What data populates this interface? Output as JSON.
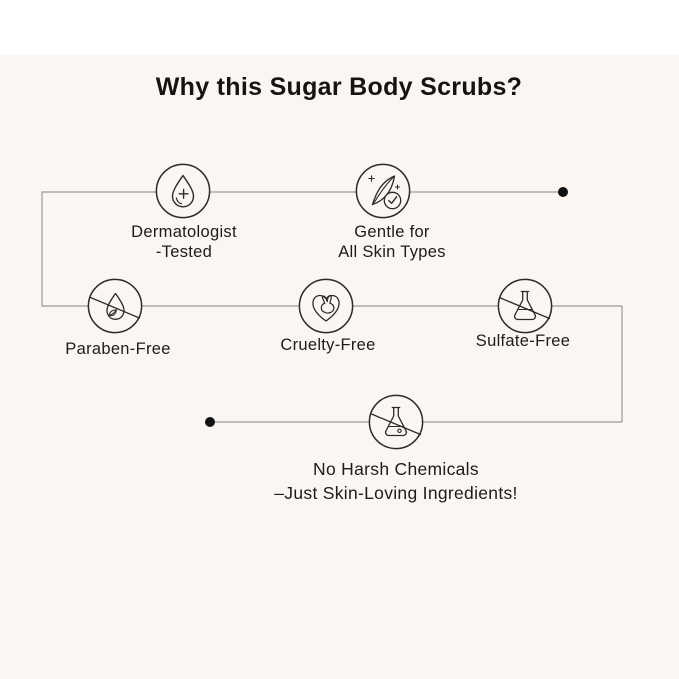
{
  "page": {
    "title": "Why this Sugar Body Scrubs?",
    "background_color": "#FBF6F1",
    "top_band_color": "#FFFFFF",
    "connector_line_color": "#9B9B9B",
    "icon_stroke_color": "#2B2B2B",
    "text_color": "#1C1C1C",
    "endpoint_dot_color": "#111111"
  },
  "features": [
    {
      "id": "dermatologist-tested",
      "icon": "droplet-plus-icon",
      "label_lines": [
        "Dermatologist",
        "-Tested"
      ]
    },
    {
      "id": "gentle-all-skin-types",
      "icon": "feather-check-icon",
      "label_lines": [
        "Gentle for",
        "All Skin Types"
      ]
    },
    {
      "id": "paraben-free",
      "icon": "crossed-droplet-leaf-icon",
      "label_lines": [
        "Paraben-Free"
      ]
    },
    {
      "id": "cruelty-free",
      "icon": "rabbit-in-heart-icon",
      "label_lines": [
        "Cruelty-Free"
      ]
    },
    {
      "id": "sulfate-free",
      "icon": "crossed-flask-icon",
      "label_lines": [
        "Sulfate-Free"
      ]
    },
    {
      "id": "no-harsh-chemicals",
      "icon": "crossed-chemical-flask-icon",
      "label_lines": [
        "No Harsh Chemicals",
        "–Just Skin-Loving Ingredients!"
      ]
    }
  ]
}
